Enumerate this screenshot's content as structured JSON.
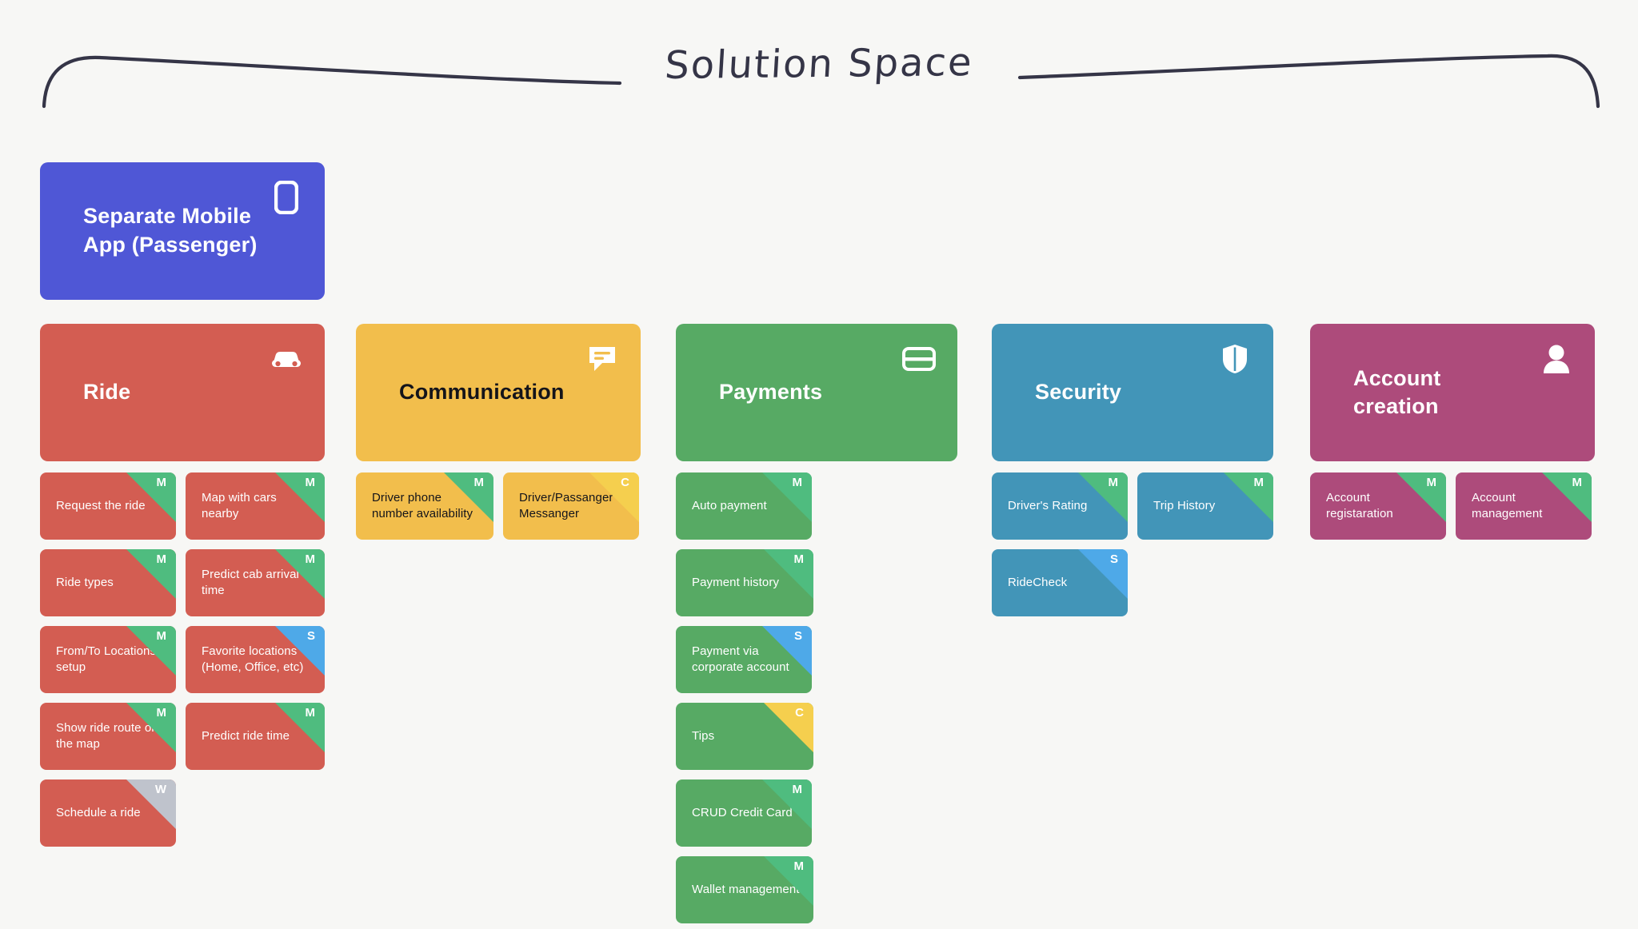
{
  "page": {
    "title": "Solution Space",
    "background": "#f7f7f5",
    "title_color": "#353547"
  },
  "legend_colors": {
    "badge_M": "#4fbc7f",
    "badge_S": "#4ea9e8",
    "badge_C": "#f5cf4e",
    "badge_W": "#bfc3cc"
  },
  "hero": {
    "label": "Separate Mobile\nApp (Passenger)",
    "line1": "Separate Mobile",
    "line2": "App (Passenger)",
    "color": "#4f57d6",
    "icon": "mobile-phone-icon"
  },
  "groups": [
    {
      "title": "Ride",
      "color": "#d35d52",
      "text_color": "#ffffff",
      "icon": "car-icon",
      "cards": [
        {
          "label": "Request the ride",
          "badge": "M",
          "width": 170
        },
        {
          "label": "Map with cars nearby",
          "badge": "M",
          "width": 174
        },
        {
          "label": "Ride types",
          "badge": "M",
          "width": 170
        },
        {
          "label": "Predict cab arrival time",
          "badge": "M",
          "width": 174
        },
        {
          "label": "From/To Locations setup",
          "badge": "M",
          "width": 170
        },
        {
          "label": "Favorite locations (Home, Office, etc)",
          "badge": "S",
          "width": 174
        },
        {
          "label": "Show ride route on the map",
          "badge": "M",
          "width": 170
        },
        {
          "label": "Predict ride time",
          "badge": "M",
          "width": 174
        },
        {
          "label": "Schedule a ride",
          "badge": "W",
          "width": 170
        }
      ]
    },
    {
      "title": "Communication",
      "color": "#f2be4c",
      "text_color": "#14141a",
      "icon": "chat-bubble-icon",
      "cards": [
        {
          "label": "Driver phone number availability",
          "badge": "M",
          "width": 172
        },
        {
          "label": "Driver/Passanger Messanger",
          "badge": "C",
          "width": 170
        }
      ]
    },
    {
      "title": "Payments",
      "color": "#57aa64",
      "text_color": "#ffffff",
      "icon": "credit-card-icon",
      "cards": [
        {
          "label": "Auto payment",
          "badge": "M",
          "width": 170
        },
        {
          "label": "Payment history",
          "badge": "M",
          "width": 172
        },
        {
          "label": "Payment via corporate account",
          "badge": "S",
          "width": 170
        },
        {
          "label": "Tips",
          "badge": "C",
          "width": 172
        },
        {
          "label": "CRUD Credit Card",
          "badge": "M",
          "width": 170
        },
        {
          "label": "Wallet management",
          "badge": "M",
          "width": 172
        }
      ]
    },
    {
      "title": "Security",
      "color": "#4295b8",
      "text_color": "#ffffff",
      "icon": "shield-icon",
      "cards": [
        {
          "label": "Driver's Rating",
          "badge": "M",
          "width": 170
        },
        {
          "label": "Trip History",
          "badge": "M",
          "width": 170
        },
        {
          "label": "RideCheck",
          "badge": "S",
          "width": 170
        }
      ]
    },
    {
      "title": "Account creation",
      "title_line1": "Account",
      "title_line2": "creation",
      "color": "#ad4b7b",
      "text_color": "#ffffff",
      "icon": "person-icon",
      "cards": [
        {
          "label": "Account registaration",
          "badge": "M",
          "width": 170
        },
        {
          "label": "Account management",
          "badge": "M",
          "width": 170
        }
      ]
    }
  ]
}
